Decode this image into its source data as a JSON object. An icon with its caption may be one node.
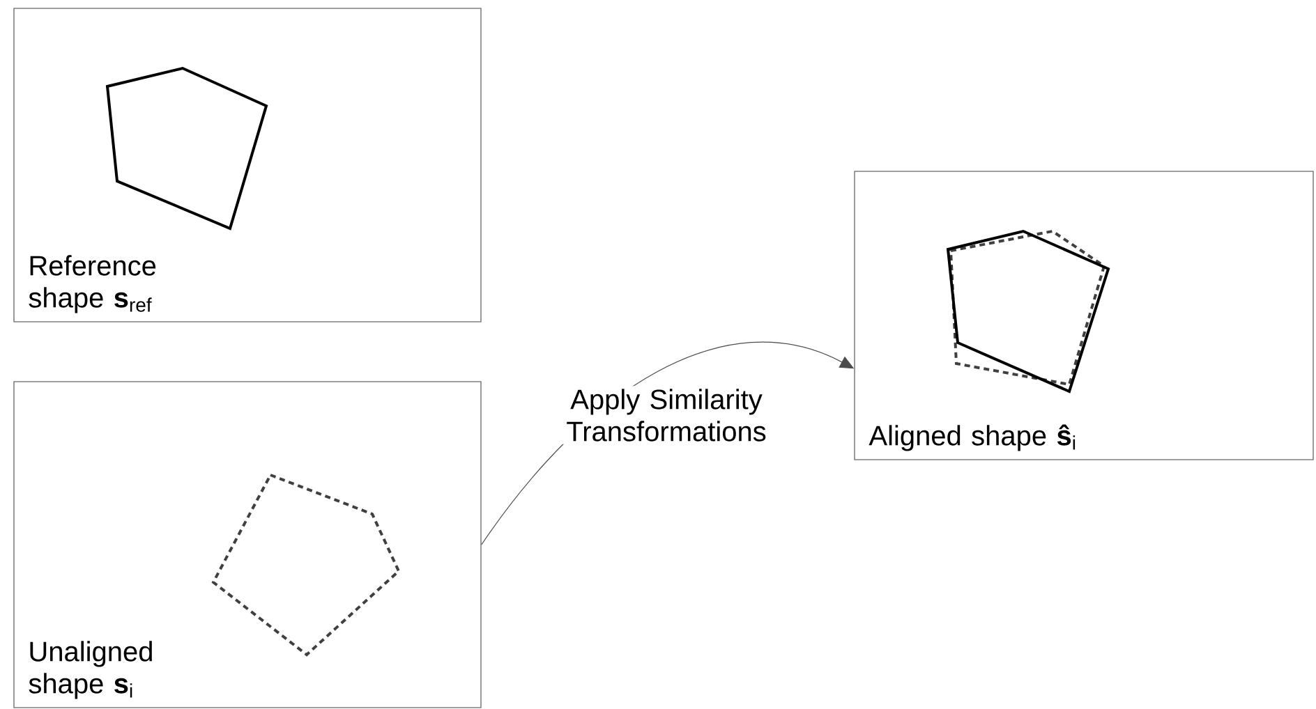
{
  "diagram": {
    "nodes": [
      {
        "text": [
          "Reference shape **s**$_{ref}$"
        ]
      },
      {
        "text": [
          "Aligned shape **ŝ**$_{i}$"
        ]
      },
      {
        "text": [
          "Unaligned shape **s**$_{i}$"
        ]
      }
    ],
    "edges": [
      {
        "from": 2,
        "to": 1,
        "arrow": "to",
        "label": "Apply Similarity Transformations"
      }
    ]
  }
}
